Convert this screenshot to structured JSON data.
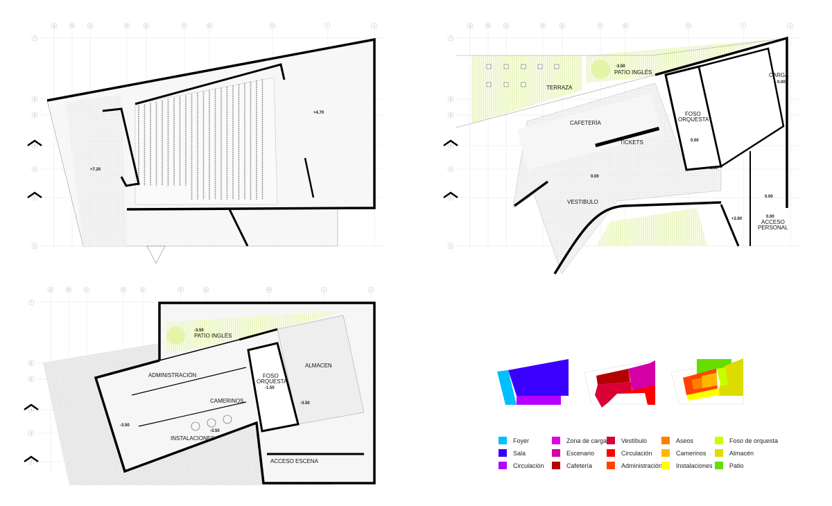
{
  "grid": {
    "columns": [
      "A",
      "B",
      "C",
      "D",
      "E",
      "F",
      "G",
      "H",
      "I",
      "J"
    ],
    "rows": [
      "7",
      "6",
      "5",
      "4",
      "3",
      "2",
      "1"
    ]
  },
  "plan_upper": {
    "levels": {
      "foyer": "+7.20",
      "stage": "+4.70"
    }
  },
  "plan_ground": {
    "labels": {
      "terraza": "TERRAZA",
      "patio": "PATIO INGLÉS",
      "patio_level": "-3.50",
      "cafeteria": "CAFETERÍA",
      "tickets": "TICKETS",
      "vestibulo": "VESTIBULO",
      "vestibulo_level": "0.00",
      "foso": "FOSO",
      "foso2": "ORQUESTA",
      "foso_level": "0.00",
      "carga": "CARGA",
      "carga_level": "0.00",
      "level_100": "+1.00",
      "level_260": "+2.60",
      "stair_level": "0.00",
      "acceso_level": "0.00",
      "acceso": "ACCESO",
      "acceso2": "PERSONAL"
    }
  },
  "plan_basement": {
    "labels": {
      "patio_level": "-3.50",
      "patio": "PATIO INGLÉS",
      "administracion": "ADMINISTRACIÓN",
      "camerinos": "CAMERINOS",
      "instalaciones": "INSTALACIONES",
      "inst_level": "-3.50",
      "left_level": "-3.50",
      "foso": "FOSO",
      "foso2": "ORQUESTA",
      "foso_level": "-1.50",
      "almacen": "ALMACEN",
      "almacen_level": "-3.50",
      "acceso_escena": "ACCESO ESCENA"
    }
  },
  "legend": [
    {
      "label": "Foyer",
      "color": "#00bfff"
    },
    {
      "label": "Sala",
      "color": "#3a00ff"
    },
    {
      "label": "Circulación",
      "color": "#b400ff"
    },
    {
      "label": "Zona de carga",
      "color": "#e000e0"
    },
    {
      "label": "Escenario",
      "color": "#d400a6"
    },
    {
      "label": "Cafetería",
      "color": "#b40000"
    },
    {
      "label": "Vestíbulo",
      "color": "#d80034"
    },
    {
      "label": "Circulación",
      "color": "#ff0000"
    },
    {
      "label": "Administración",
      "color": "#ff4400"
    },
    {
      "label": "Aseos",
      "color": "#ff8000"
    },
    {
      "label": "Camerinos",
      "color": "#ffb800"
    },
    {
      "label": "Instalaciones",
      "color": "#ffff00"
    },
    {
      "label": "Foso de orquesta",
      "color": "#c8ff00"
    },
    {
      "label": "Almacén",
      "color": "#dcdc00"
    },
    {
      "label": "Patio",
      "color": "#66dd00"
    }
  ],
  "colors": {
    "wall": "#000000",
    "patio_green": "#e6f5b0",
    "hatch_grey": "#e4e4e4"
  }
}
